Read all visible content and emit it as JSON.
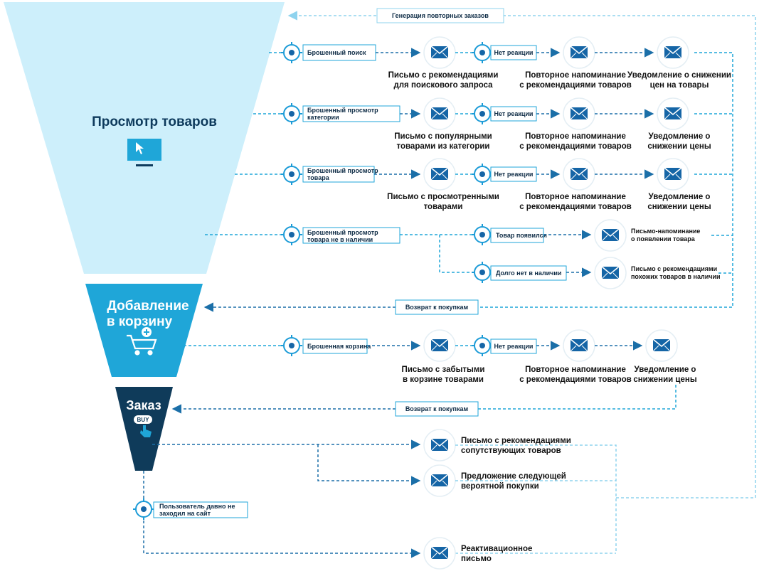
{
  "funnel": {
    "stage1": "Просмотр товаров",
    "stage2_line1": "Добавление",
    "stage2_line2": "в корзину",
    "stage3": "Заказ",
    "buy_label": "BUY"
  },
  "top_label": "Генерация повторных заказов",
  "rows": [
    {
      "trigger": [
        "Брошенный поиск"
      ],
      "email1": [
        "Письмо с рекомендациями",
        "для поискового запроса"
      ],
      "noreact": "Нет реакции",
      "email2": [
        "Повторное напоминание",
        "с рекомендациями товаров"
      ],
      "email3": [
        "Уведомление о снижении",
        "цен на товары"
      ]
    },
    {
      "trigger": [
        "Брошенный просмотр",
        "категории"
      ],
      "email1": [
        "Письмо с популярными",
        "товарами из категории"
      ],
      "noreact": "Нет реакции",
      "email2": [
        "Повторное напоминание",
        "с рекомендациями товаров"
      ],
      "email3": [
        "Уведомление о",
        "снижении цены"
      ]
    },
    {
      "trigger": [
        "Брошенный просмотр",
        "товара"
      ],
      "email1": [
        "Письмо с просмотренными",
        "товарами"
      ],
      "noreact": "Нет реакции",
      "email2": [
        "Повторное напоминание",
        "с рекомендациями товаров"
      ],
      "email3": [
        "Уведомление о",
        "снижении цены"
      ]
    }
  ],
  "row4": {
    "trigger": [
      "Брошенный просмотр",
      "товара не в наличии"
    ],
    "branch1": "Товар появился",
    "email1": [
      "Письмо-напоминание",
      "о появлении товара"
    ],
    "branch2": "Долго нет в наличии",
    "email2": [
      "Письмо с рекомендациями",
      "похожих товаров в наличии"
    ]
  },
  "return1": "Возврат к покупкам",
  "cart_row": {
    "trigger": [
      "Брошенная корзина"
    ],
    "email1": [
      "Письмо с забытыми",
      "в корзине товарами"
    ],
    "noreact": "Нет реакции",
    "email2": [
      "Повторное напоминание",
      "с рекомендациями товаров"
    ],
    "email3": [
      "Уведомление о",
      "снижении цены"
    ]
  },
  "return2": "Возврат к покупкам",
  "order_emails": [
    [
      "Письмо с рекомендациями",
      "сопутствующих товаров"
    ],
    [
      "Предложение следующей",
      "вероятной покупки"
    ]
  ],
  "inactive_trigger": [
    "Пользователь давно не",
    "заходил на сайт"
  ],
  "reactivation": [
    "Реактивационное",
    "письмо"
  ],
  "colors": {
    "funnel_top": "#cdeffb",
    "funnel_mid": "#1fa6d8",
    "funnel_bottom": "#0f3b5a",
    "accent": "#1b9bd7",
    "dark_text": "#0d2b45"
  }
}
